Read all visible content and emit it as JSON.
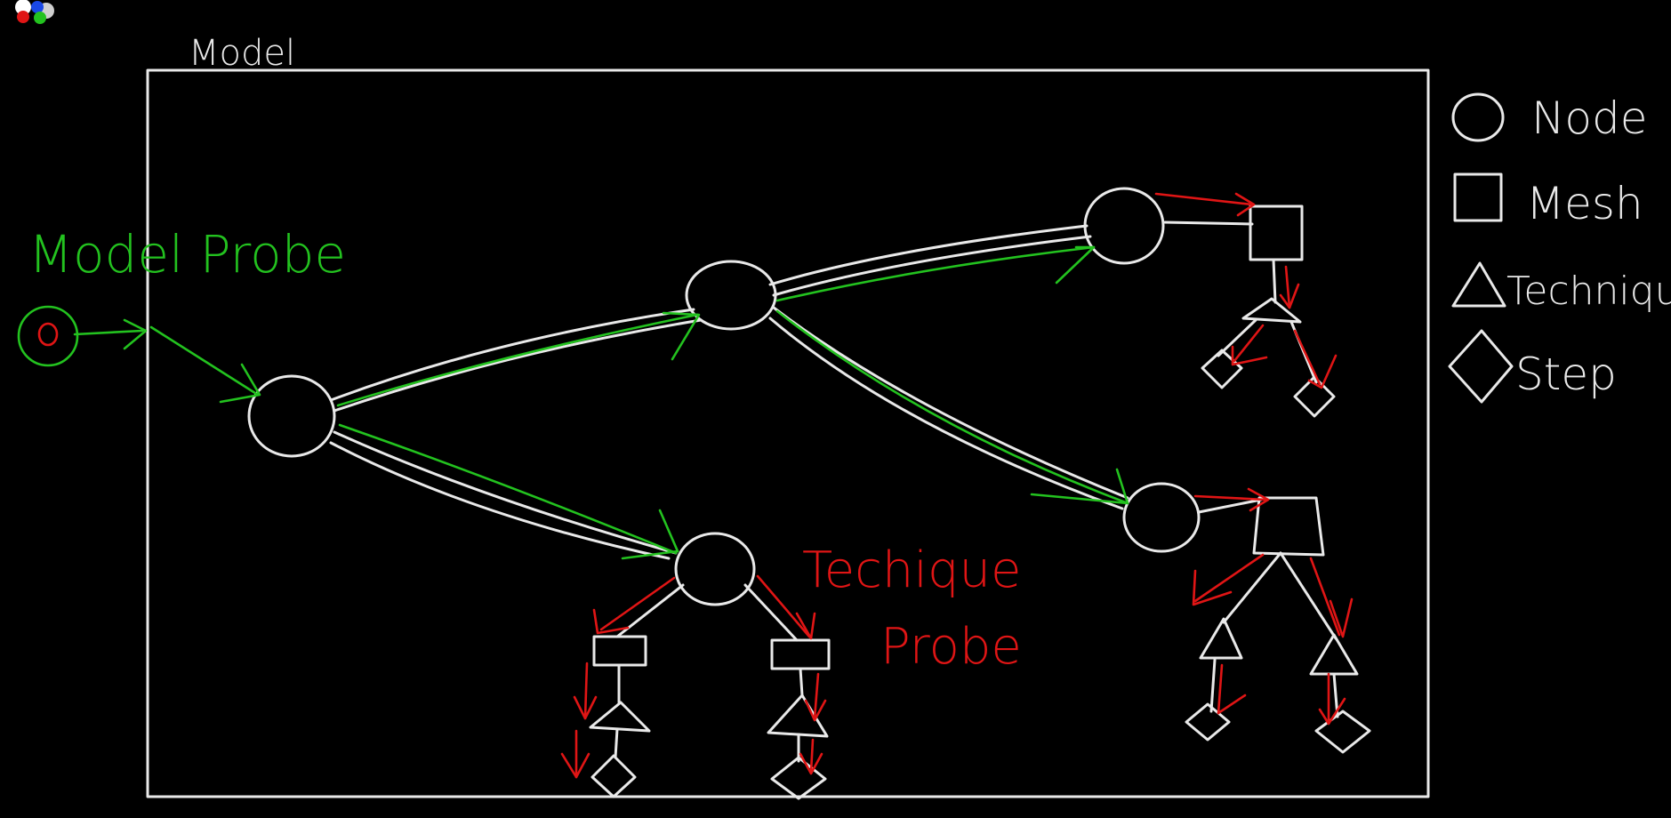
{
  "colors": {
    "background": "#000000",
    "ink": "#e9e9e9",
    "model_probe": "#23c21f",
    "technique_probe": "#e01515"
  },
  "diagram": {
    "frame_title": "Model",
    "model_probe_label": "Model Probe",
    "technique_probe_label_line1": "Techique",
    "technique_probe_label_line2": "Probe"
  },
  "legend": {
    "items": [
      {
        "shape": "circle-icon",
        "label": "Node"
      },
      {
        "shape": "square-icon",
        "label": "Mesh"
      },
      {
        "shape": "triangle-icon",
        "label": "Technique"
      },
      {
        "shape": "diamond-icon",
        "label": "Step"
      }
    ]
  }
}
